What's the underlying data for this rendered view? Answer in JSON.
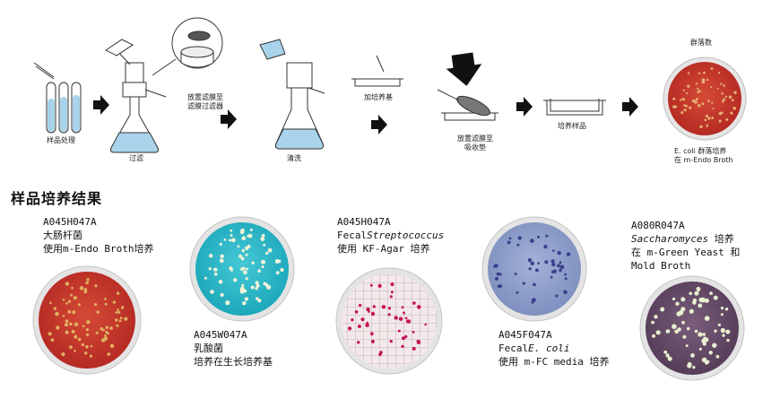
{
  "process_steps": {
    "sample_processing": "样品处理",
    "place_membrane_filter": [
      "放置滤膜至",
      "滤膜过滤器"
    ],
    "filtration": "过滤",
    "rinse": "清洗",
    "add_medium": "加培养基",
    "place_membrane_pad": [
      "放置滤膜至",
      "吸收垫"
    ],
    "incubate_sample": "培养样品",
    "colony_count": "群落数",
    "ecoli_caption": [
      "E. coli 群落培养",
      "在 m-Endo Broth"
    ]
  },
  "section_title": "样品培养结果",
  "results": [
    {
      "code": "A045H047A",
      "lines": [
        "大肠杆菌",
        "使用m-Endo Broth培养"
      ]
    },
    {
      "code": "A045W047A",
      "lines": [
        "乳酸菌",
        "培养在生长培养基"
      ]
    },
    {
      "code": "A045H047A",
      "lines_rich": [
        [
          "Fecal",
          ""
        ],
        [
          "Streptococcus",
          "i"
        ]
      ],
      "line2": "使用 KF-Agar 培养"
    },
    {
      "code": "A045F047A",
      "lines_rich": [
        [
          "Fecal",
          ""
        ],
        [
          "E. coli",
          "i"
        ]
      ],
      "line2": "使用 m-FC media 培养"
    },
    {
      "code": "A080R047A",
      "lines_rich": [
        [
          "Saccharomyces",
          "i"
        ],
        [
          " 培养",
          ""
        ]
      ],
      "line2": "在 m-Green Yeast 和",
      "line3": "Mold Broth"
    }
  ],
  "colors": {
    "red_plate": "#c8382c",
    "cyan_plate": "#2fb8c9",
    "grid_plate": "#f1e4e6",
    "blue_plate": "#8e9fcc",
    "purple_plate": "#6b4f6e",
    "liquid": "#a9d3ea",
    "arrow": "#111111"
  }
}
